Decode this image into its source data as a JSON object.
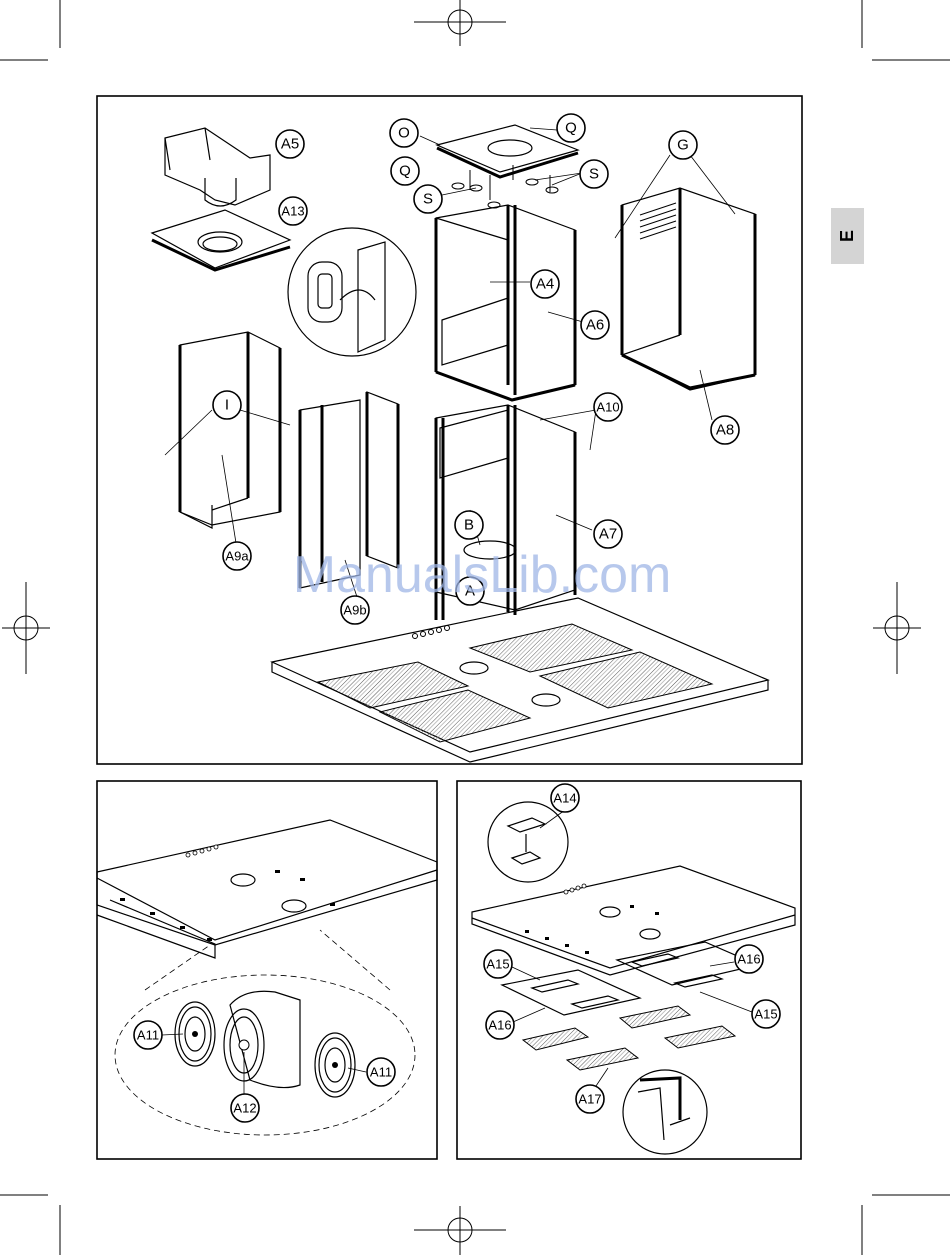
{
  "side_tab": {
    "letter": "E"
  },
  "watermark": "ManualsLib.com",
  "panel_main": {
    "labels": {
      "a5": "A5",
      "a13": "A13",
      "o": "O",
      "q_top": "Q",
      "q_left": "Q",
      "s_right": "S",
      "s_left": "S",
      "g": "G",
      "a4": "A4",
      "a6": "A6",
      "a8": "A8",
      "i": "I",
      "a10": "A10",
      "a7": "A7",
      "b": "B",
      "a": "A",
      "a9a": "A9a",
      "a9b": "A9b"
    }
  },
  "panel_fan": {
    "labels": {
      "a11_left": "A11",
      "a11_right": "A11",
      "a12": "A12"
    }
  },
  "panel_filters": {
    "labels": {
      "a14": "A14",
      "a15_left": "A15",
      "a15_right": "A15",
      "a16_left": "A16",
      "a16_right": "A16",
      "a17": "A17"
    }
  }
}
